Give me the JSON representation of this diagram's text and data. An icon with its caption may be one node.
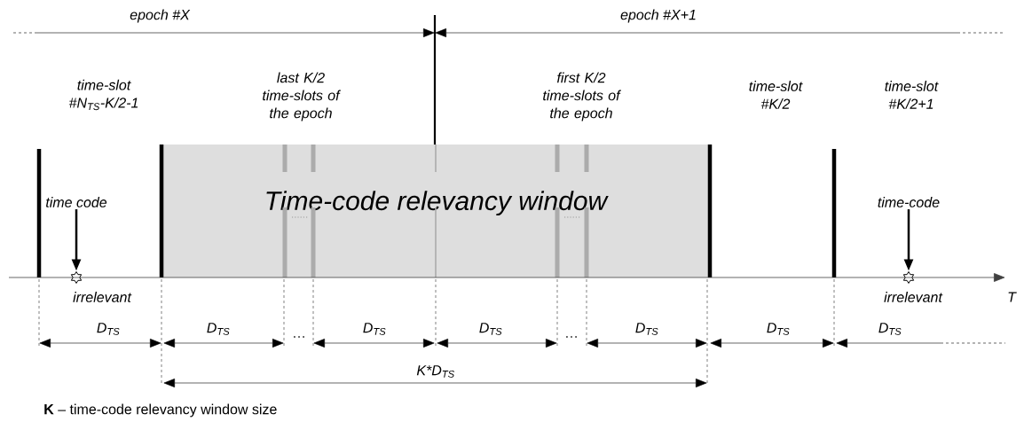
{
  "diagram": {
    "nodes": [
      {
        "text": [
          "Time-code relevancy window"
        ]
      },
      {
        "text": [
          "time code"
        ]
      },
      {
        "text": [],
        "shape": "star",
        "beside": [
          "irrelevant"
        ]
      },
      {
        "text": [
          "time-code"
        ]
      },
      {
        "text": [],
        "shape": "star",
        "beside": [
          "irrelevant"
        ]
      }
    ],
    "edges": [
      {
        "from": 1,
        "to": 2,
        "arrow": "to"
      },
      {
        "from": 3,
        "to": 4,
        "arrow": "to"
      }
    ],
    "labels": [
      "epoch #X",
      "epoch #X+1",
      "time-slot #N$_{TS}$-K/2-1",
      "last K/2 time-slots of the epoch",
      "first K/2 time-slots of the epoch",
      "time-slot #K/2",
      "time-slot #K/2+1",
      "T",
      "D$_{TS}$",
      "D$_{TS}$",
      "…",
      "D$_{TS}$",
      "D$_{TS}$",
      "…",
      "D$_{TS}$",
      "D$_{TS}$",
      "D$_{TS}$",
      "K*D$_{TS}$",
      "**K** – time-code relevancy window size"
    ]
  }
}
